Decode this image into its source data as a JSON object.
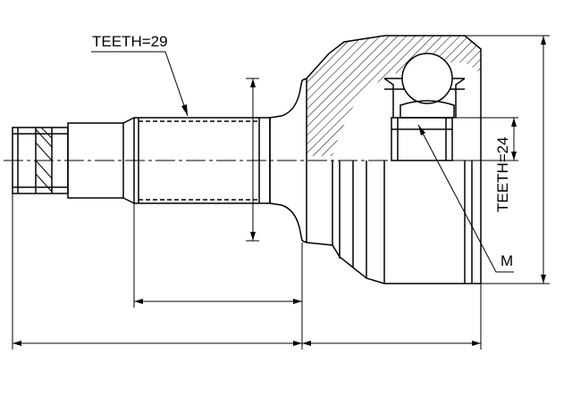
{
  "labels": {
    "teeth_shaft": "TEETH=29",
    "teeth_inner": "TEETH=24",
    "m_label": "M"
  },
  "colors": {
    "line": "#000000",
    "hatch": "#000000",
    "background": "#ffffff"
  }
}
